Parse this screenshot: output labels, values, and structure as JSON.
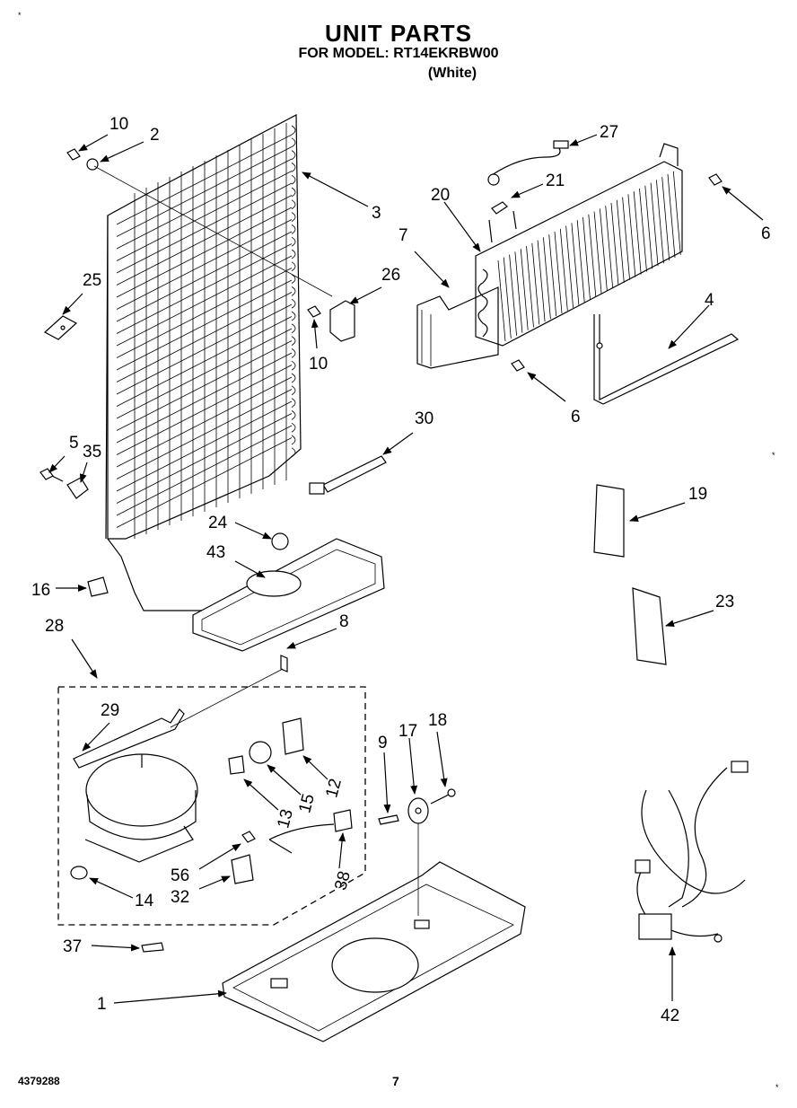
{
  "header": {
    "title": "UNIT PARTS",
    "model_line": "FOR MODEL: RT14EKRBW00",
    "color_line": "(White)"
  },
  "footer": {
    "doc_number": "4379288",
    "page_number": "7"
  },
  "corner_marks": {
    "top_left": "*",
    "right": "*",
    "bottom_right": "*"
  },
  "callouts": [
    {
      "id": "c10a",
      "label": "10"
    },
    {
      "id": "c2",
      "label": "2"
    },
    {
      "id": "c3",
      "label": "3"
    },
    {
      "id": "c27",
      "label": "27"
    },
    {
      "id": "c21",
      "label": "21"
    },
    {
      "id": "c20",
      "label": "20"
    },
    {
      "id": "c6a",
      "label": "6"
    },
    {
      "id": "c7",
      "label": "7"
    },
    {
      "id": "c25",
      "label": "25"
    },
    {
      "id": "c26",
      "label": "26"
    },
    {
      "id": "c4",
      "label": "4"
    },
    {
      "id": "c10b",
      "label": "10"
    },
    {
      "id": "c6b",
      "label": "6"
    },
    {
      "id": "c30",
      "label": "30"
    },
    {
      "id": "c5",
      "label": "5"
    },
    {
      "id": "c35",
      "label": "35"
    },
    {
      "id": "c19",
      "label": "19"
    },
    {
      "id": "c24",
      "label": "24"
    },
    {
      "id": "c43",
      "label": "43"
    },
    {
      "id": "c16",
      "label": "16"
    },
    {
      "id": "c23",
      "label": "23"
    },
    {
      "id": "c28",
      "label": "28"
    },
    {
      "id": "c8",
      "label": "8"
    },
    {
      "id": "c29",
      "label": "29"
    },
    {
      "id": "c9",
      "label": "9"
    },
    {
      "id": "c17",
      "label": "17"
    },
    {
      "id": "c18",
      "label": "18"
    },
    {
      "id": "c12",
      "label": "12"
    },
    {
      "id": "c15",
      "label": "15"
    },
    {
      "id": "c13",
      "label": "13"
    },
    {
      "id": "c56",
      "label": "56"
    },
    {
      "id": "c32",
      "label": "32"
    },
    {
      "id": "c38",
      "label": "38"
    },
    {
      "id": "c14",
      "label": "14"
    },
    {
      "id": "c37",
      "label": "37"
    },
    {
      "id": "c1",
      "label": "1"
    },
    {
      "id": "c42",
      "label": "42"
    }
  ]
}
